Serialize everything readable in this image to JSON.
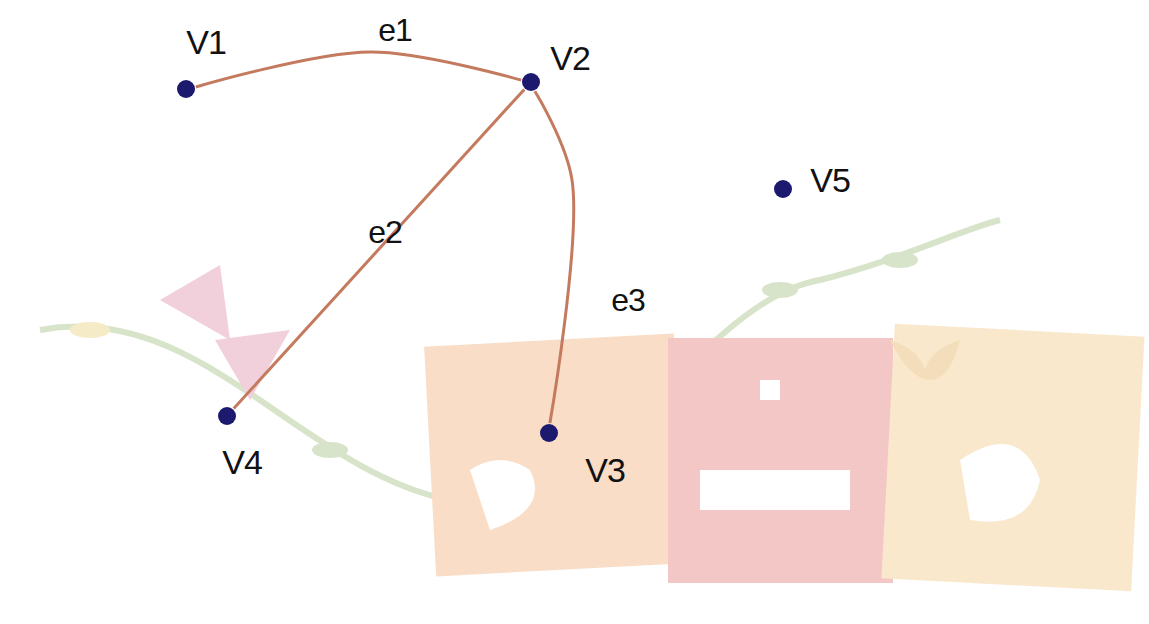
{
  "diagram": {
    "nodes": [
      {
        "text": [
          "V1"
        ]
      },
      {
        "text": [
          "V2"
        ]
      },
      {
        "text": [
          "V3"
        ]
      },
      {
        "text": [
          "V4"
        ]
      },
      {
        "text": [
          "V5"
        ]
      }
    ],
    "edges": [
      {
        "from": 0,
        "to": 1,
        "label": "e1",
        "arrow": "none"
      },
      {
        "from": 1,
        "to": 3,
        "label": "e2",
        "arrow": "none"
      },
      {
        "from": 1,
        "to": 2,
        "label": "e3",
        "arrow": "none"
      }
    ]
  }
}
